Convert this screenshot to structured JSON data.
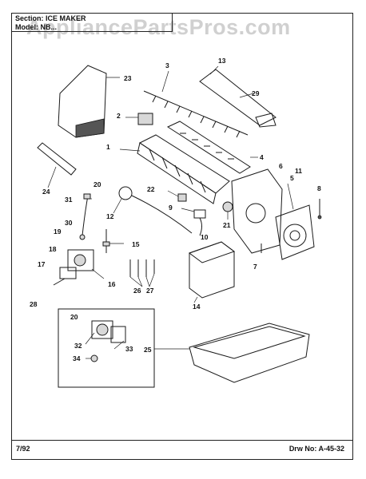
{
  "header": {
    "section": "Section: ICE MAKER",
    "model": "Model: NB..."
  },
  "watermark": "AppliancePartsPros.com",
  "footer": {
    "date": "7/92",
    "drawing_number": "Drw No: A-45-32"
  },
  "callouts": [
    "1",
    "2",
    "3",
    "4",
    "5",
    "6",
    "7",
    "8",
    "9",
    "10",
    "11",
    "12",
    "13",
    "14",
    "15",
    "16",
    "17",
    "18",
    "19",
    "20",
    "20",
    "21",
    "22",
    "23",
    "24",
    "25",
    "26",
    "27",
    "28",
    "29",
    "30",
    "31",
    "32",
    "33",
    "34"
  ]
}
